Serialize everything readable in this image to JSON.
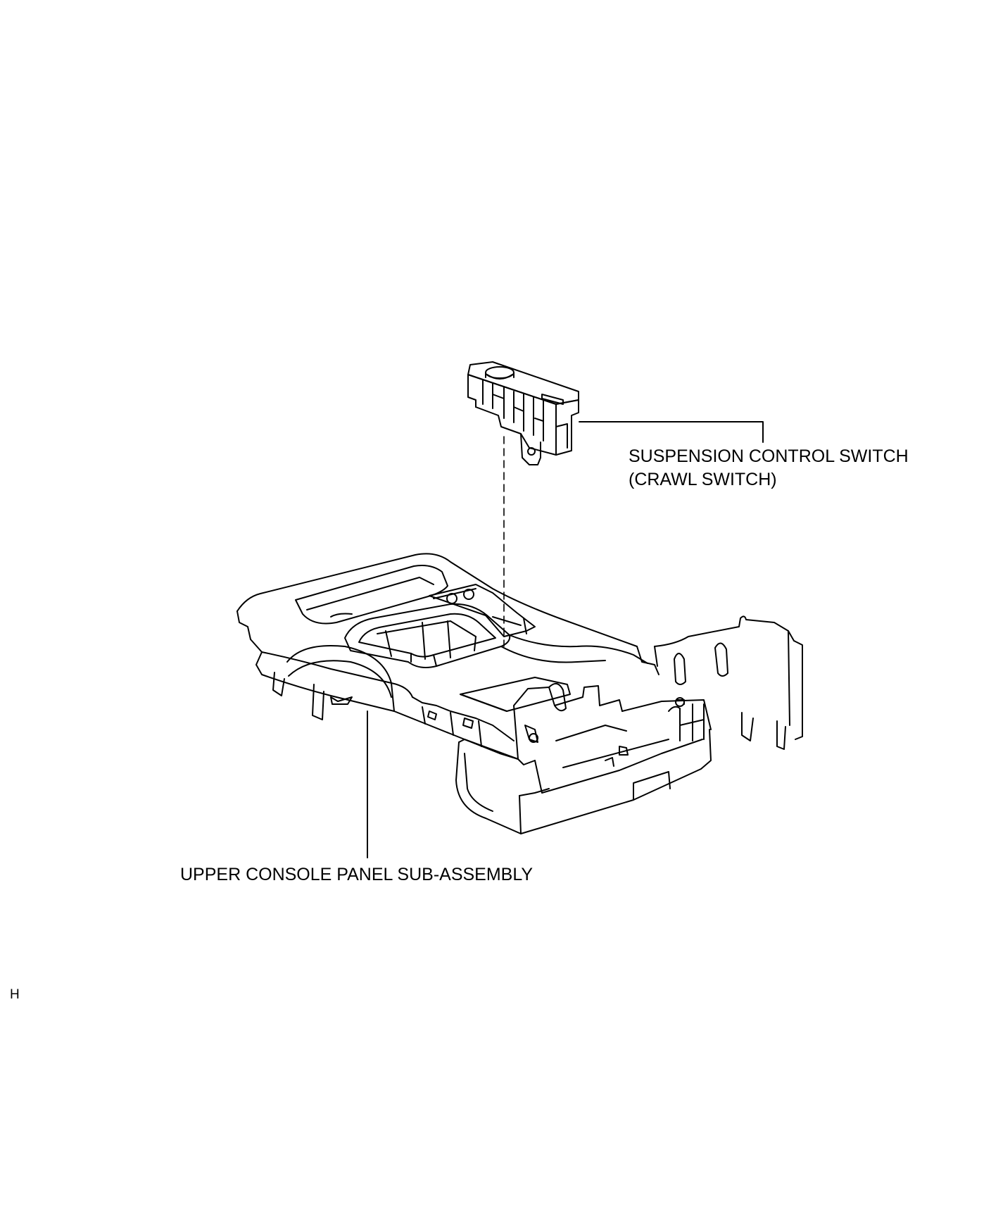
{
  "labels": {
    "switch_line1": "SUSPENSION CONTROL SWITCH",
    "switch_line2": "(CRAWL SWITCH)",
    "panel": "UPPER CONSOLE PANEL SUB-ASSEMBLY",
    "code": "H"
  },
  "colors": {
    "line": "#000000",
    "background": "#ffffff"
  }
}
